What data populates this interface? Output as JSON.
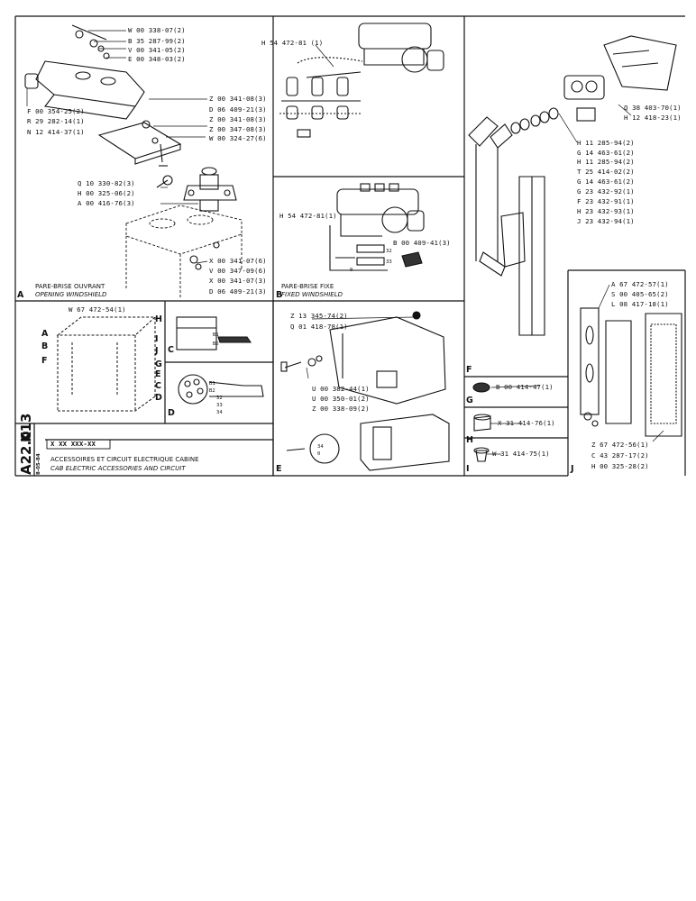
{
  "sections": {
    "A": {
      "letter": "A",
      "caption_fr": "PARE-BRISE OUVRANT",
      "caption_en": "OPENING WINDSHIELD",
      "parts": [
        "W 00 338-07(2)",
        "B 35 287-99(2)",
        "V 00 341-05(2)",
        "E 00 348-03(2)",
        "F 00 354-25(2)",
        "R 29 282-14(1)",
        "N 12 414-37(1)",
        "Z 00 341-08(3)",
        "D 06 409-21(3)",
        "Z 00 341-08(3)",
        "Z 00 347-08(3)",
        "W 00 324-27(6)",
        "Q 10 330-82(3)",
        "H 00 325-06(2)",
        "A 00 416-76(3)",
        "X 00 341-07(6)",
        "V 00 347-09(6)",
        "X 00 341-07(3)",
        "D 06 409-21(3)",
        "H 54 472-81 (1)"
      ]
    },
    "B": {
      "letter": "B",
      "caption_fr": "PARE-BRISE FIXE",
      "caption_en": "FIXED WINDSHIELD",
      "parts": [
        "H 54 472-81(1)",
        "B 00 409-41(3)"
      ]
    },
    "C": {
      "letter": "C"
    },
    "D": {
      "letter": "D"
    },
    "E": {
      "letter": "E",
      "parts": [
        "Z 13 345-74(2)",
        "Q 01 418-78(1)",
        "U 00 382-44(1)",
        "U 00 350-01(2)",
        "Z 00 338-09(2)"
      ]
    },
    "F": {
      "letter": "F",
      "parts": [
        "B 00 414-47(1)"
      ]
    },
    "G": {
      "letter": "G",
      "parts": [
        "X 31 414-76(1)"
      ]
    },
    "H": {
      "letter": "H"
    },
    "I": {
      "letter": "I",
      "parts": [
        "W 31 414-75(1)"
      ]
    },
    "J": {
      "letter": "J",
      "parts": [
        "A 67 472-57(1)",
        "S 00 405-65(2)",
        "L 08 417-18(1)",
        "Z 67 472-56(1)",
        "C 43 287-17(2)",
        "H 00 325-28(2)"
      ]
    },
    "wiper": {
      "parts": [
        "Q 38 403-70(1)",
        "H 12 418-23(1)",
        "H 11 285-94(2)",
        "G 14 463-61(2)",
        "H 11 285-94(2)",
        "T 25 414-02(2)",
        "G 14 463-61(2)",
        "G 23 432-92(1)",
        "F 23 432-91(1)",
        "H 23 432-93(1)",
        "J 23 432-94(1)"
      ]
    },
    "cab": {
      "part": "W 67 472-54(1)",
      "letters": [
        "H",
        "I",
        "J",
        "G",
        "E",
        "C",
        "D",
        "A",
        "B",
        "F"
      ]
    }
  },
  "title_block": {
    "ref1": "K13",
    "ref2": "A22.0",
    "code": "X XX XXX-XX",
    "dates": "8-05-84",
    "title_fr": "ACCESSOIRES ET CIRCUIT ELECTRIQUE CABINE",
    "title_en": "CAB ELECTRIC ACCESSORIES AND CIRCUIT"
  },
  "connector_labels": {
    "c": [
      "B1",
      "B2"
    ],
    "d": [
      "B1",
      "B2",
      "32",
      "33",
      "34"
    ],
    "b": [
      "32",
      "33",
      "0"
    ],
    "e": [
      "34",
      "0"
    ]
  }
}
